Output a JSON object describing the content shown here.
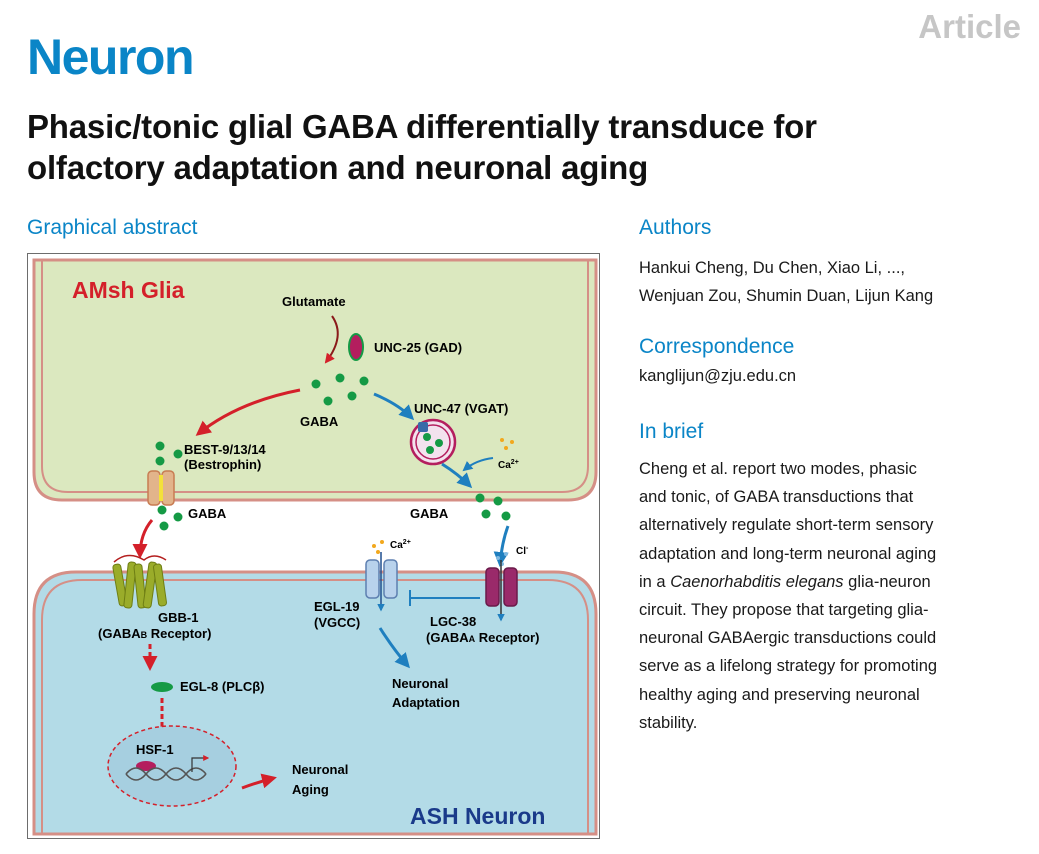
{
  "header": {
    "journal": "Neuron",
    "article_type": "Article"
  },
  "title_lines": [
    "Phasic/tonic glial GABA differentially transduce for",
    "olfactory adaptation and neuronal aging"
  ],
  "sections": {
    "graphical_abstract": "Graphical abstract",
    "authors": "Authors",
    "correspondence": "Correspondence",
    "in_brief": "In brief"
  },
  "authors_lines": [
    "Hankui Cheng, Du Chen, Xiao Li, ...,",
    "Wenjuan Zou, Shumin Duan, Lijun Kang"
  ],
  "correspondence_email": "kanglijun@zju.edu.cn",
  "in_brief": {
    "line1": "Cheng et al. report two modes, phasic",
    "line2": "and tonic, of GABA transductions that",
    "line3": "alternatively regulate short-term sensory",
    "line4": "adaptation and long-term neuronal aging",
    "line5_pre": "in a ",
    "line5_species": "Caenorhabditis elegans",
    "line5_post": " glia-neuron",
    "line6": "circuit. They propose that targeting glia-",
    "line7": "neuronal GABAergic transductions could",
    "line8": "serve as a lifelong strategy for promoting",
    "line9": "healthy aging and preserving neuronal",
    "line10": "stability."
  },
  "diagram": {
    "glia_label": "AMsh Glia",
    "neuron_label": "ASH Neuron",
    "glutamate": "Glutamate",
    "unc25": "UNC-25 (GAD)",
    "gaba_center": "GABA",
    "unc47": "UNC-47 (VGAT)",
    "best_line1": "BEST-9/13/14",
    "best_line2": "(Bestrophin)",
    "gaba_left": "GABA",
    "gaba_right": "GABA",
    "ca_top": "Ca",
    "ca_top_sup": "2+",
    "ca_channel": "Ca",
    "ca_channel_sup": "2+",
    "cl": "Cl",
    "cl_sup": "-",
    "gbb_line1": "GBB-1",
    "gbb_line2_pre": "(GABA",
    "gbb_line2_sub": "B",
    "gbb_line2_post": " Receptor)",
    "egl19_line1": "EGL-19",
    "egl19_line2": "(VGCC)",
    "lgc_line1": "LGC-38",
    "lgc_line2_pre": "(GABA",
    "lgc_line2_sub": "A",
    "lgc_line2_post": " Receptor)",
    "egl8": "EGL-8 (PLCβ)",
    "hsf1": "HSF-1",
    "adaptation_line1": "Neuronal",
    "adaptation_line2": "Adaptation",
    "aging_line1": "Neuronal",
    "aging_line2": "Aging",
    "colors": {
      "glia_fill": "#dbe8bf",
      "neuron_fill": "#b3dbe7",
      "membrane": "#d58f86",
      "red_arrow": "#d4202a",
      "blue_arrow": "#1f7fbf",
      "gaba_dot": "#159a45",
      "glia_label": "#d4202a",
      "neuron_label": "#1a3a8a"
    }
  }
}
